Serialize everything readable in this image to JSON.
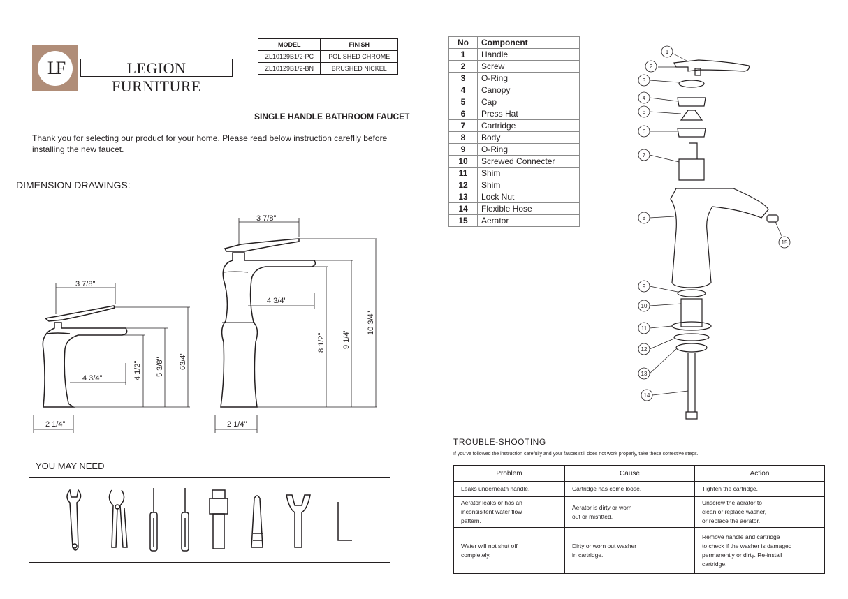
{
  "brand": {
    "logo_text": "LF",
    "name": "LEGION FURNITURE"
  },
  "model_table": {
    "headers": [
      "MODEL",
      "FINISH"
    ],
    "rows": [
      [
        "ZL10129B1/2-PC",
        "POLISHED CHROME"
      ],
      [
        "ZL10129B1/2-BN",
        "BRUSHED NICKEL"
      ]
    ]
  },
  "doc_title": "SINGLE HANDLE BATHROOM FAUCET",
  "intro": "Thank you for selecting our product for your home. Please read below instruction carefIly before installing the new faucet.",
  "dimension_title": "DIMENSION DRAWINGS:",
  "dimensions": {
    "short": {
      "handle_width": "3 7/8\"",
      "spout_reach": "4 3/4\"",
      "base": "2 1/4\"",
      "h1": "4 1/2\"",
      "h2": "5 3/8\"",
      "h3": "63/4\""
    },
    "tall": {
      "handle_width": "3 7/8\"",
      "spout_reach": "4 3/4\"",
      "base": "2 1/4\"",
      "h1": "8 1/2\"",
      "h2": "9 1/4\"",
      "h3": "10 3/4\""
    }
  },
  "need_title": "YOU MAY NEED",
  "tools": [
    "adjustable-wrench",
    "pliers",
    "flat-screwdriver",
    "phillips-screwdriver",
    "sealant-tube",
    "plumbers-putty",
    "faucet-key",
    "hex-key"
  ],
  "components": {
    "headers": [
      "No",
      "Component"
    ],
    "rows": [
      [
        "1",
        "Handle"
      ],
      [
        "2",
        "Screw"
      ],
      [
        "3",
        "O-Ring"
      ],
      [
        "4",
        "Canopy"
      ],
      [
        "5",
        "Cap"
      ],
      [
        "6",
        "Press Hat"
      ],
      [
        "7",
        "Cartridge"
      ],
      [
        "8",
        "Body"
      ],
      [
        "9",
        "O-Ring"
      ],
      [
        "10",
        "Screwed Connecter"
      ],
      [
        "11",
        "Shim"
      ],
      [
        "12",
        "Shim"
      ],
      [
        "13",
        "Lock Nut"
      ],
      [
        "14",
        "Flexible Hose"
      ],
      [
        "15",
        "Aerator"
      ]
    ]
  },
  "exploded_labels": [
    "1",
    "2",
    "3",
    "4",
    "5",
    "6",
    "7",
    "8",
    "9",
    "10",
    "11",
    "12",
    "13",
    "14",
    "15"
  ],
  "trouble": {
    "title": "TROUBLE-SHOOTING",
    "note": "If you've followed the instruction carefully and your faucet still does not work properly, take these corrective steps.",
    "headers": [
      "Problem",
      "Cause",
      "Action"
    ],
    "rows": [
      [
        "Leaks underneath handle.",
        "Cartridge  has  come  loose.",
        "Tighten the cartridge."
      ],
      [
        "Aerator leaks or has an\ninconsisitent water flow\npattern.",
        "Aerator  is dirty or worn\nout or misfitted.",
        "Unscrew the aerator to\nclean or replace washer,\nor replace the aerator."
      ],
      [
        "Water will not shut off\ncompletely.",
        "Dirty or worn out washer\nin cartridge.",
        "Remove handle and cartridge\nto check if the washer is damaged\npermanently or dirty. Re-install\ncartridge."
      ]
    ]
  }
}
